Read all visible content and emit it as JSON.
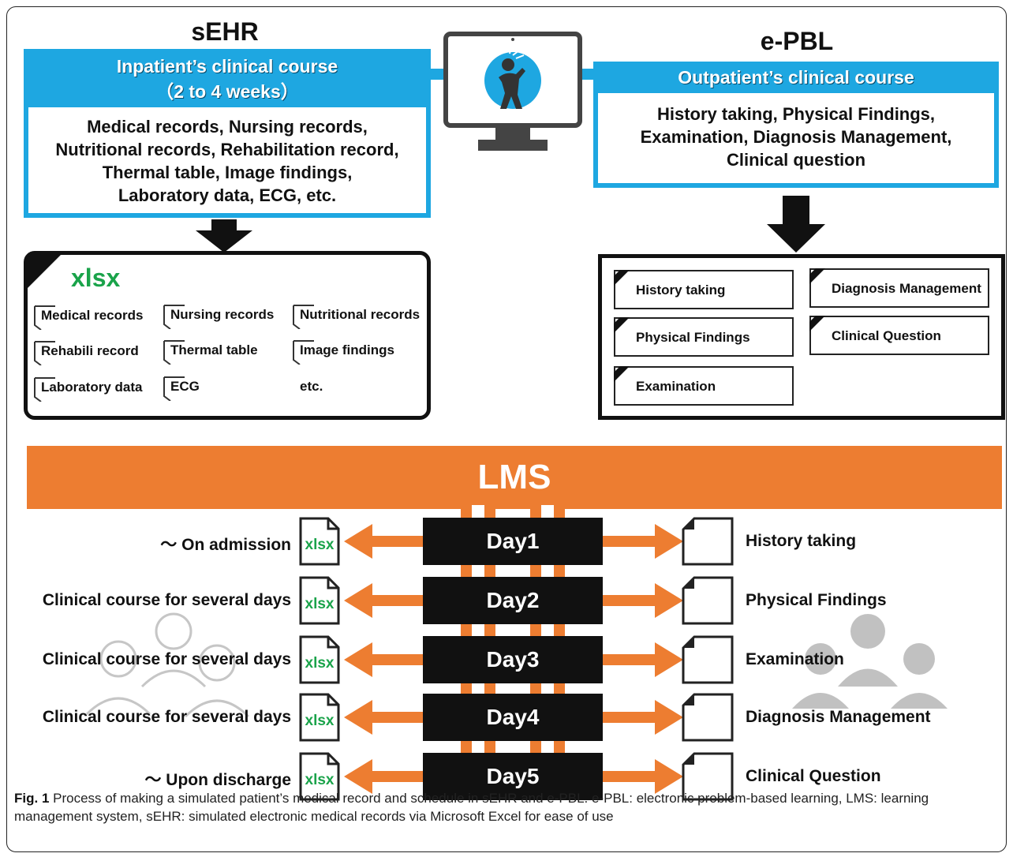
{
  "sehr": {
    "title": "sEHR",
    "header_line1": "Inpatient’s clinical course",
    "header_line2": "（2 to 4 weeks）",
    "body_lines": [
      "Medical records, Nursing records,",
      "Nutritional records, Rehabilitation record,",
      "Thermal table, Image findings,",
      "Laboratory data, ECG, etc."
    ]
  },
  "epbl": {
    "title": "e-PBL",
    "header": "Outpatient’s clinical course",
    "body_lines": [
      "History taking, Physical Findings,",
      "Examination, Diagnosis Management,",
      "Clinical question"
    ]
  },
  "xlsx_box": {
    "label": "xlsx",
    "items": [
      "Medical records",
      "Nursing records",
      "Nutritional records",
      "Rehabili record",
      "Thermal table",
      "Image findings",
      "Laboratory data",
      "ECG",
      "etc."
    ]
  },
  "epbl_box": {
    "items": [
      "History taking",
      "Diagnosis Management",
      "Physical Findings",
      "Clinical Question",
      "Examination"
    ]
  },
  "lms": {
    "label": "LMS"
  },
  "timeline": [
    {
      "day": "Day1",
      "left": "～ On admission",
      "file": "xlsx",
      "right": "History taking"
    },
    {
      "day": "Day2",
      "left": "Clinical course for several days",
      "file": "xlsx",
      "right": "Physical Findings"
    },
    {
      "day": "Day3",
      "left": "Clinical course for several days",
      "file": "xlsx",
      "right": "Examination"
    },
    {
      "day": "Day4",
      "left": "Clinical course for several days",
      "file": "xlsx",
      "right": "Diagnosis Management"
    },
    {
      "day": "Day5",
      "left": "～ Upon discharge",
      "file": "xlsx",
      "right": "Clinical Question"
    }
  ],
  "caption": {
    "fig": "Fig. 1",
    "text": " Process of making a simulated patient’s medical record and schedule in sEHR and e-PBL. e-PBL: electronic problem-based learning, LMS: learning management system, sEHR: simulated electronic medical records via Microsoft Excel for ease of use"
  },
  "colors": {
    "blue": "#1ea7e1",
    "orange": "#ed7d31",
    "green": "#1aa34a",
    "black": "#111111"
  },
  "icons": [
    "monitor-icon",
    "patient-pain-icon",
    "down-arrow-icon",
    "xlsx-file-icon",
    "document-icon",
    "people-icon"
  ]
}
